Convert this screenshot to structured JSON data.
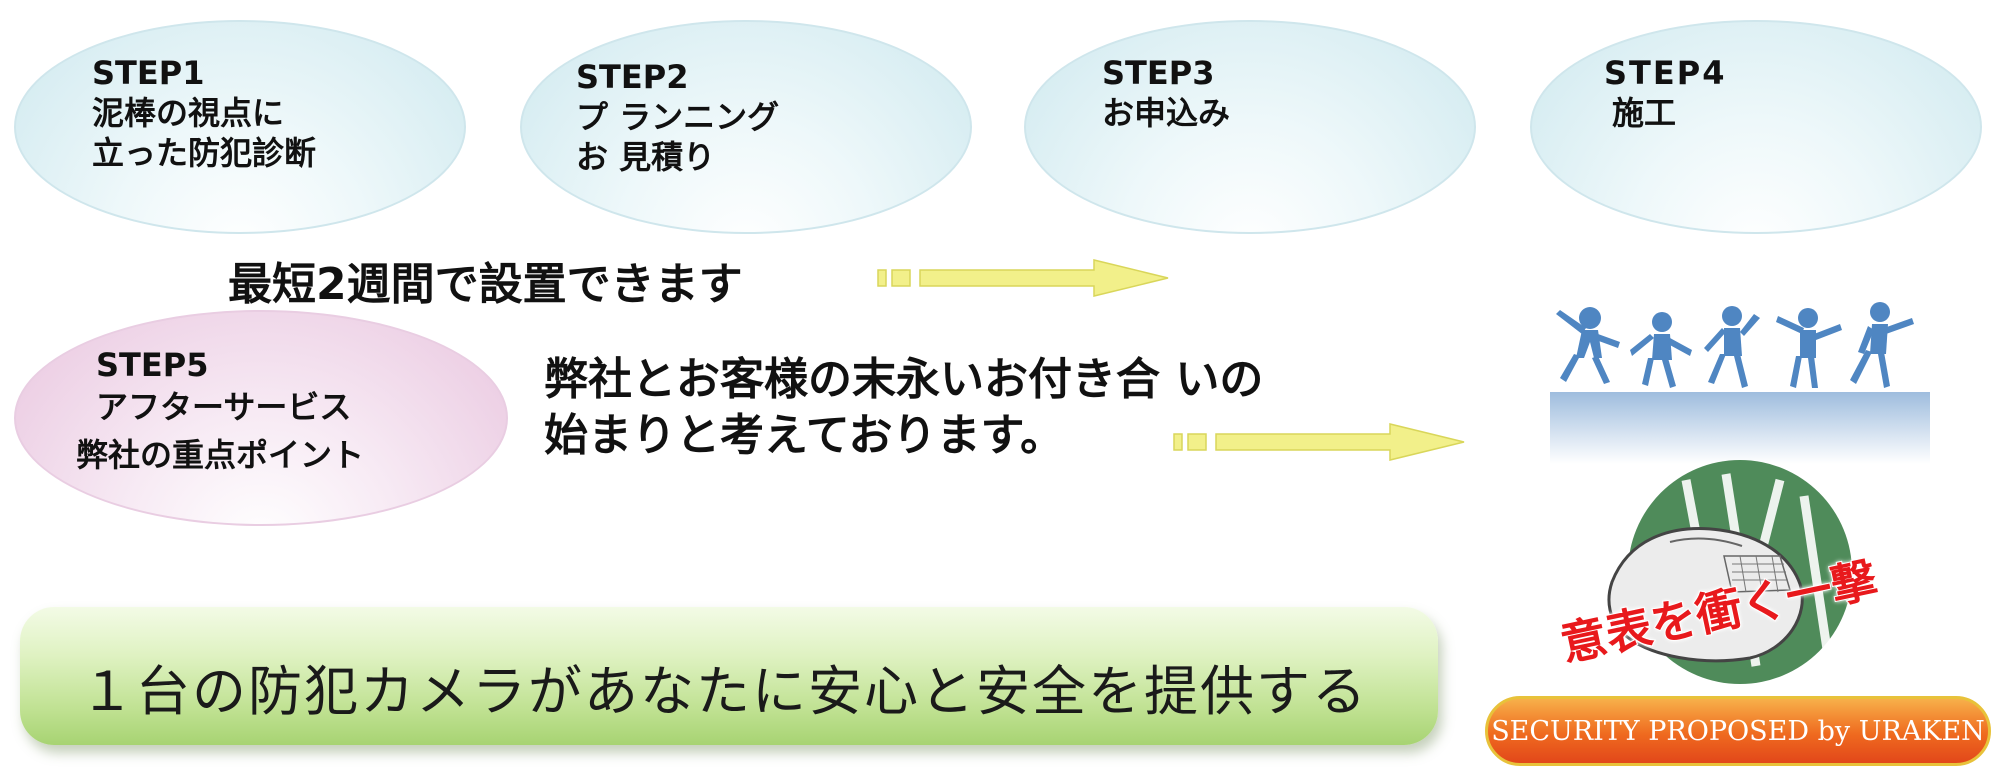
{
  "steps": {
    "step1": {
      "label": "STEP1",
      "line1": "泥棒の視点に",
      "line2": "立った防犯診断"
    },
    "step2": {
      "label": "STEP2",
      "line1": "プ ランニング",
      "line2": "お 見積り"
    },
    "step3": {
      "label": "STEP3",
      "line1": "お申込み"
    },
    "step4": {
      "label": "STEP4",
      "line1": "施工"
    },
    "step5": {
      "label": "STEP5",
      "line1": "アフターサービス",
      "line2": "弊社の重点ポイント"
    }
  },
  "headline": "最短2週間で設置できます",
  "message": {
    "line1": "弊社とお客様の末永いお付き合 いの",
    "line2": "始まりと考えております。"
  },
  "banner": "１台の防犯カメラがあなたに安心と安全を提供する",
  "logo": {
    "slogan": "意表を衝く一撃",
    "security_label": "SECURITY PROPOSED by URAKEN"
  },
  "colors": {
    "arrow_yellow": "#f2f08a",
    "banner_green": "#bfe191",
    "logo_green": "#4f8b5a",
    "slogan_red": "#e8191c",
    "security_orange": "#ef6a1f",
    "people_blue": "#4f86c2"
  }
}
